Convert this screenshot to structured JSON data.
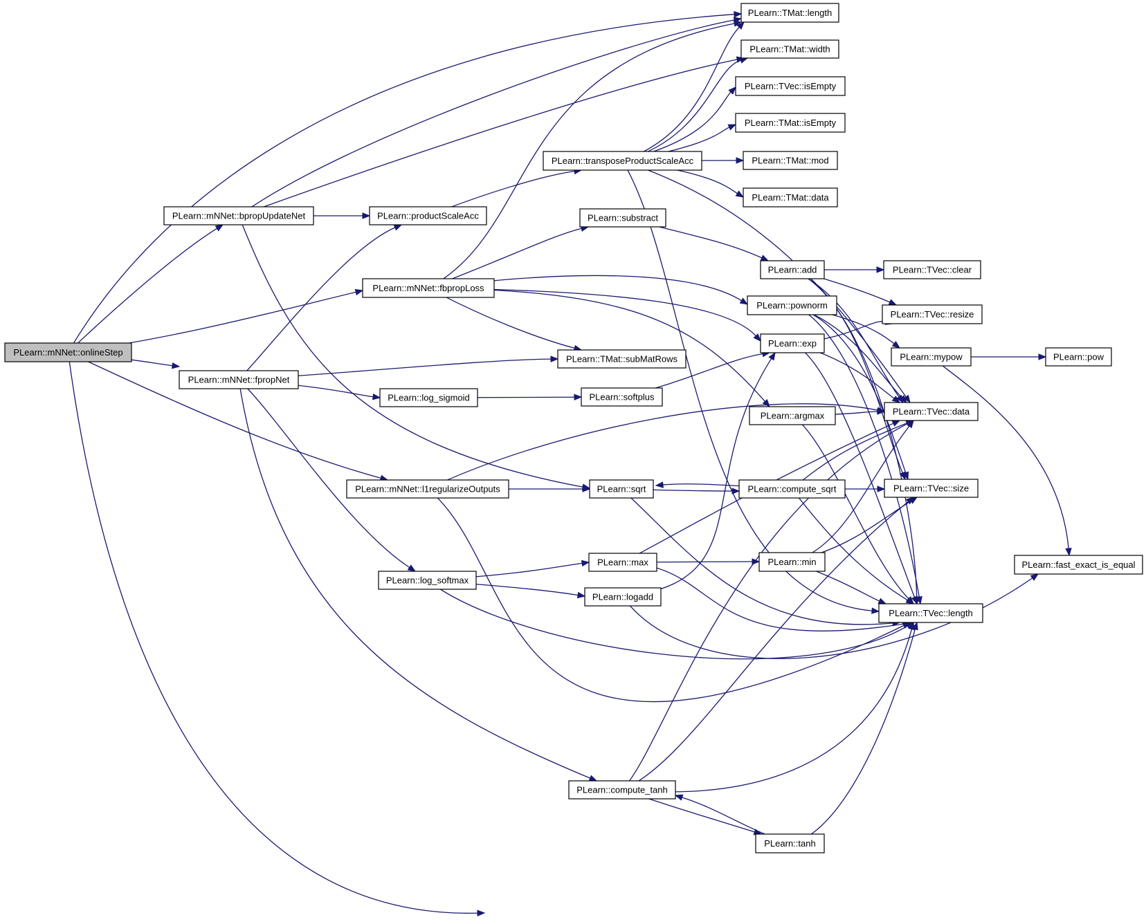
{
  "graph": {
    "type": "call-graph",
    "colors": {
      "edge": "#191970",
      "root_fill": "#bfbfbf",
      "node_fill": "#ffffff",
      "border": "#000000"
    },
    "root": "onlineStep",
    "nodes": [
      {
        "id": "onlineStep",
        "label": "PLearn::mNNet::onlineStep"
      },
      {
        "id": "bpropUpdateNet",
        "label": "PLearn::mNNet::bpropUpdateNet"
      },
      {
        "id": "fbpropLoss",
        "label": "PLearn::mNNet::fbpropLoss"
      },
      {
        "id": "fpropNet",
        "label": "PLearn::mNNet::fpropNet"
      },
      {
        "id": "l1reg",
        "label": "PLearn::mNNet::l1regularizeOutputs"
      },
      {
        "id": "productScaleAcc",
        "label": "PLearn::productScaleAcc"
      },
      {
        "id": "transposePSA",
        "label": "PLearn::transposeProductScaleAcc"
      },
      {
        "id": "substract",
        "label": "PLearn::substract"
      },
      {
        "id": "subMatRows",
        "label": "PLearn::TMat::subMatRows"
      },
      {
        "id": "log_sigmoid",
        "label": "PLearn::log_sigmoid"
      },
      {
        "id": "softplus",
        "label": "PLearn::softplus"
      },
      {
        "id": "sqrt",
        "label": "PLearn::sqrt"
      },
      {
        "id": "log_softmax",
        "label": "PLearn::log_softmax"
      },
      {
        "id": "max",
        "label": "PLearn::max"
      },
      {
        "id": "logadd",
        "label": "PLearn::logadd"
      },
      {
        "id": "compute_tanh",
        "label": "PLearn::compute_tanh"
      },
      {
        "id": "tanh",
        "label": "PLearn::tanh"
      },
      {
        "id": "TMat_length",
        "label": "PLearn::TMat::length"
      },
      {
        "id": "TMat_width",
        "label": "PLearn::TMat::width"
      },
      {
        "id": "TVec_isEmpty",
        "label": "PLearn::TVec::isEmpty"
      },
      {
        "id": "TMat_isEmpty",
        "label": "PLearn::TMat::isEmpty"
      },
      {
        "id": "TMat_mod",
        "label": "PLearn::TMat::mod"
      },
      {
        "id": "TMat_data",
        "label": "PLearn::TMat::data"
      },
      {
        "id": "add",
        "label": "PLearn::add"
      },
      {
        "id": "pownorm",
        "label": "PLearn::pownorm"
      },
      {
        "id": "exp",
        "label": "PLearn::exp"
      },
      {
        "id": "argmax",
        "label": "PLearn::argmax"
      },
      {
        "id": "compute_sqrt",
        "label": "PLearn::compute_sqrt"
      },
      {
        "id": "min",
        "label": "PLearn::min"
      },
      {
        "id": "TVec_clear",
        "label": "PLearn::TVec::clear"
      },
      {
        "id": "TVec_resize",
        "label": "PLearn::TVec::resize"
      },
      {
        "id": "mypow",
        "label": "PLearn::mypow"
      },
      {
        "id": "pow",
        "label": "PLearn::pow"
      },
      {
        "id": "TVec_data",
        "label": "PLearn::TVec::data"
      },
      {
        "id": "TVec_size",
        "label": "PLearn::TVec::size"
      },
      {
        "id": "TVec_length",
        "label": "PLearn::TVec::length"
      },
      {
        "id": "fast_exact_is_equal",
        "label": "PLearn::fast_exact_is_equal"
      }
    ],
    "edges": [
      {
        "from": "onlineStep",
        "to": "TMat_length"
      },
      {
        "from": "onlineStep",
        "to": "bpropUpdateNet"
      },
      {
        "from": "onlineStep",
        "to": "fbpropLoss"
      },
      {
        "from": "onlineStep",
        "to": "fpropNet"
      },
      {
        "from": "onlineStep",
        "to": "l1reg"
      },
      {
        "from": "onlineStep",
        "to": "TVec_length"
      },
      {
        "from": "bpropUpdateNet",
        "to": "TMat_length"
      },
      {
        "from": "bpropUpdateNet",
        "to": "TMat_width"
      },
      {
        "from": "bpropUpdateNet",
        "to": "productScaleAcc"
      },
      {
        "from": "bpropUpdateNet",
        "to": "sqrt"
      },
      {
        "from": "productScaleAcc",
        "to": "transposePSA"
      },
      {
        "from": "transposePSA",
        "to": "TMat_length"
      },
      {
        "from": "transposePSA",
        "to": "TMat_width"
      },
      {
        "from": "transposePSA",
        "to": "TVec_isEmpty"
      },
      {
        "from": "transposePSA",
        "to": "TMat_isEmpty"
      },
      {
        "from": "transposePSA",
        "to": "TMat_mod"
      },
      {
        "from": "transposePSA",
        "to": "TMat_data"
      },
      {
        "from": "transposePSA",
        "to": "TVec_data"
      },
      {
        "from": "transposePSA",
        "to": "TVec_length"
      },
      {
        "from": "fbpropLoss",
        "to": "TMat_length"
      },
      {
        "from": "fbpropLoss",
        "to": "substract"
      },
      {
        "from": "fbpropLoss",
        "to": "pownorm"
      },
      {
        "from": "fbpropLoss",
        "to": "exp"
      },
      {
        "from": "fbpropLoss",
        "to": "subMatRows"
      },
      {
        "from": "fbpropLoss",
        "to": "argmax"
      },
      {
        "from": "substract",
        "to": "add"
      },
      {
        "from": "add",
        "to": "TVec_clear"
      },
      {
        "from": "add",
        "to": "TVec_resize"
      },
      {
        "from": "add",
        "to": "TVec_data"
      },
      {
        "from": "add",
        "to": "TVec_size"
      },
      {
        "from": "add",
        "to": "TVec_length"
      },
      {
        "from": "pownorm",
        "to": "mypow"
      },
      {
        "from": "pownorm",
        "to": "TVec_data"
      },
      {
        "from": "pownorm",
        "to": "TVec_size"
      },
      {
        "from": "pownorm",
        "to": "TVec_length"
      },
      {
        "from": "mypow",
        "to": "pow"
      },
      {
        "from": "mypow",
        "to": "fast_exact_is_equal"
      },
      {
        "from": "exp",
        "to": "TVec_resize"
      },
      {
        "from": "exp",
        "to": "TVec_data"
      },
      {
        "from": "exp",
        "to": "TVec_length"
      },
      {
        "from": "argmax",
        "to": "TVec_data"
      },
      {
        "from": "argmax",
        "to": "TVec_length"
      },
      {
        "from": "fpropNet",
        "to": "productScaleAcc"
      },
      {
        "from": "fpropNet",
        "to": "subMatRows"
      },
      {
        "from": "fpropNet",
        "to": "log_sigmoid"
      },
      {
        "from": "fpropNet",
        "to": "log_softmax"
      },
      {
        "from": "fpropNet",
        "to": "compute_tanh"
      },
      {
        "from": "log_sigmoid",
        "to": "softplus"
      },
      {
        "from": "softplus",
        "to": "exp"
      },
      {
        "from": "l1reg",
        "to": "TVec_data"
      },
      {
        "from": "l1reg",
        "to": "sqrt"
      },
      {
        "from": "l1reg",
        "to": "TVec_length"
      },
      {
        "from": "sqrt",
        "to": "compute_sqrt"
      },
      {
        "from": "sqrt",
        "to": "TVec_length"
      },
      {
        "from": "compute_sqrt",
        "to": "sqrt"
      },
      {
        "from": "compute_sqrt",
        "to": "TVec_data"
      },
      {
        "from": "compute_sqrt",
        "to": "TVec_size"
      },
      {
        "from": "compute_sqrt",
        "to": "TVec_length"
      },
      {
        "from": "log_softmax",
        "to": "max"
      },
      {
        "from": "log_softmax",
        "to": "logadd"
      },
      {
        "from": "log_softmax",
        "to": "TVec_length"
      },
      {
        "from": "max",
        "to": "TVec_data"
      },
      {
        "from": "max",
        "to": "min"
      },
      {
        "from": "max",
        "to": "TVec_length"
      },
      {
        "from": "min",
        "to": "TVec_data"
      },
      {
        "from": "min",
        "to": "TVec_size"
      },
      {
        "from": "min",
        "to": "TVec_length"
      },
      {
        "from": "logadd",
        "to": "exp"
      },
      {
        "from": "logadd",
        "to": "fast_exact_is_equal"
      },
      {
        "from": "compute_tanh",
        "to": "TVec_data"
      },
      {
        "from": "compute_tanh",
        "to": "TVec_size"
      },
      {
        "from": "compute_tanh",
        "to": "tanh"
      },
      {
        "from": "compute_tanh",
        "to": "TVec_length"
      },
      {
        "from": "tanh",
        "to": "compute_tanh"
      },
      {
        "from": "tanh",
        "to": "TVec_length"
      }
    ]
  }
}
